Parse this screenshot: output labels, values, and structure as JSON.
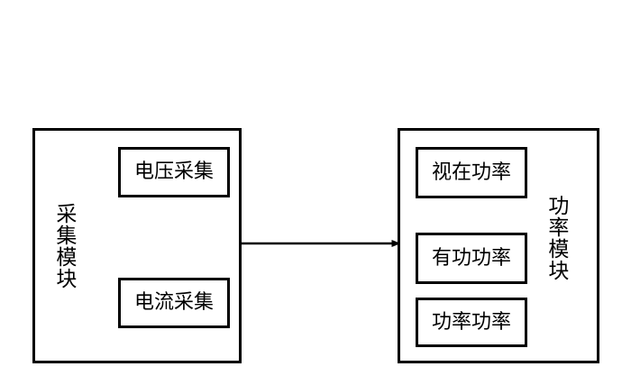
{
  "diagram": {
    "title": "",
    "stroke_color": "#000000",
    "background_color": "#ffffff",
    "modules": [
      {
        "id": "acquisition",
        "label": "采集模块",
        "orientation": "vertical",
        "items": [
          {
            "id": "voltage-acquisition",
            "label": "电压采集"
          },
          {
            "id": "current-acquisition",
            "label": "电流采集"
          }
        ]
      },
      {
        "id": "power",
        "label": "功率模块",
        "orientation": "vertical",
        "items": [
          {
            "id": "apparent-power",
            "label": "视在功率"
          },
          {
            "id": "active-power",
            "label": "有功功率"
          },
          {
            "id": "power-power",
            "label": "功率功率"
          }
        ]
      }
    ],
    "connectors": [
      {
        "id": "acquisition-to-power",
        "from": "acquisition",
        "to": "power",
        "label": "",
        "arrowhead": "end"
      }
    ]
  }
}
